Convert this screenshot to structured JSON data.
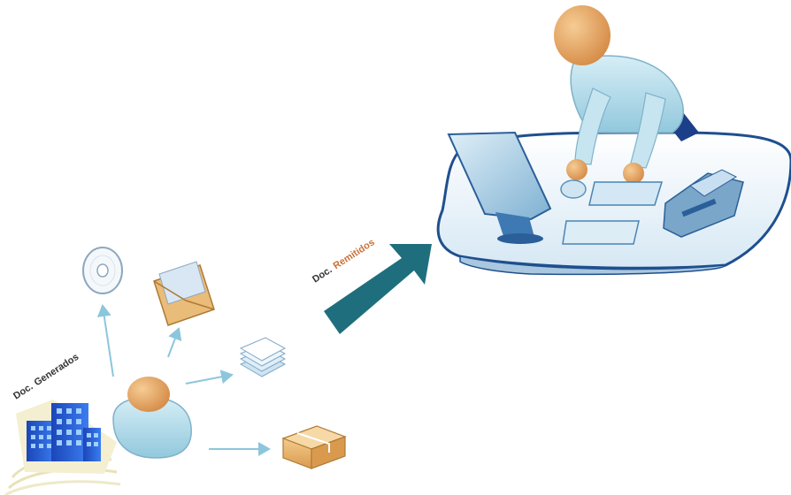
{
  "labels": {
    "generated_prefix": "Doc.",
    "generated_word": "Generados",
    "sent_prefix": "Doc.",
    "sent_word": "Remitidos"
  },
  "colors": {
    "arrow_teal": "#1f6e7e",
    "thin_arrow": "#8cc6dc",
    "person_body": "#b4dcea",
    "person_head": "#e7a765",
    "desk_top": "#eef6fb",
    "desk_edge": "#1f4f8e",
    "building": "#2a5fd7",
    "envelope": "#e9bc79",
    "box": "#e8b36b",
    "sent_word_color": "#c9733a"
  },
  "icons": [
    "building-icon",
    "person-icon",
    "cd-disc-icon",
    "envelope-icon",
    "paper-stack-icon",
    "package-box-icon",
    "big-arrow-icon",
    "desk-icon",
    "monitor-icon",
    "keyboard-icon",
    "telephone-icon",
    "seated-person-icon"
  ]
}
